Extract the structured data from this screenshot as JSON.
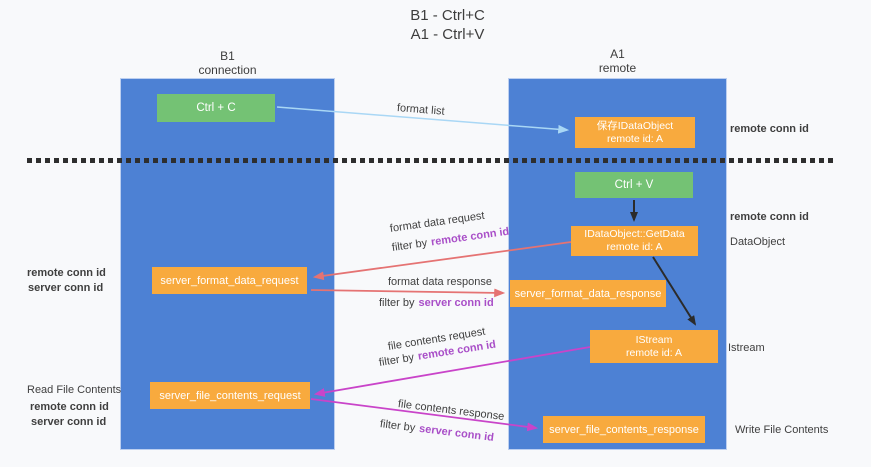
{
  "title": {
    "line1": "B1 - Ctrl+C",
    "line2": "A1 - Ctrl+V"
  },
  "lanes": {
    "left": {
      "title": "B1",
      "subtitle": "connection"
    },
    "right": {
      "title": "A1",
      "subtitle": "remote"
    }
  },
  "boxes": {
    "ctrl_c": {
      "label": "Ctrl + C"
    },
    "ctrl_v": {
      "label": "Ctrl + V"
    },
    "save_dataobject": {
      "line1": "保存IDataObject",
      "line2": "remote id: A"
    },
    "getdata": {
      "line1": "IDataObject::GetData",
      "line2": "remote id: A"
    },
    "istream": {
      "line1": "IStream",
      "line2": "remote id: A"
    },
    "server_format_data_request": {
      "label": "server_format_data_request"
    },
    "server_format_data_response": {
      "label": "server_format_data_response"
    },
    "server_file_contents_request": {
      "label": "server_file_contents_request"
    },
    "server_file_contents_response": {
      "label": "server_file_contents_response"
    }
  },
  "arrow_labels": {
    "format_list": "format list",
    "format_data_request": "format data request",
    "format_data_response": "format data response",
    "file_contents_request": "file contents request",
    "file_contents_response": "file contents response",
    "filter_by": "filter by",
    "remote_conn_id": "remote conn id",
    "server_conn_id": "server conn id"
  },
  "side_labels": {
    "remote_conn_id": "remote conn id",
    "server_conn_id": "server conn id",
    "dataobject": "DataObject",
    "istream": "Istream",
    "read_file_contents": "Read File Contents",
    "write_file_contents": "Write File Contents"
  },
  "colors": {
    "lane_blue": "#4d81d4",
    "box_green": "#74c274",
    "box_orange": "#f8aa3e",
    "arrow_light_blue": "#a9d7f5",
    "arrow_salmon": "#e57373",
    "arrow_magenta": "#c944c9",
    "arrow_black": "#2b2b2b",
    "label_purple": "#a94fc8",
    "label_green": "#4bb052",
    "text_dark": "#3f3f3f",
    "background": "#f8f9fb"
  }
}
